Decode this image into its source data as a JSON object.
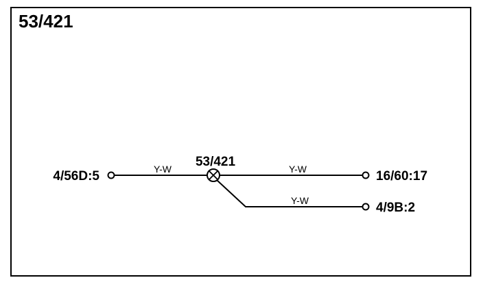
{
  "title": "53/421",
  "splice": {
    "label": "53/421"
  },
  "connectors": {
    "left": "4/56D:5",
    "right_top": "16/60:17",
    "right_bottom": "4/9B:2"
  },
  "wires": {
    "left": "Y-W",
    "right_top": "Y-W",
    "right_bottom": "Y-W"
  }
}
